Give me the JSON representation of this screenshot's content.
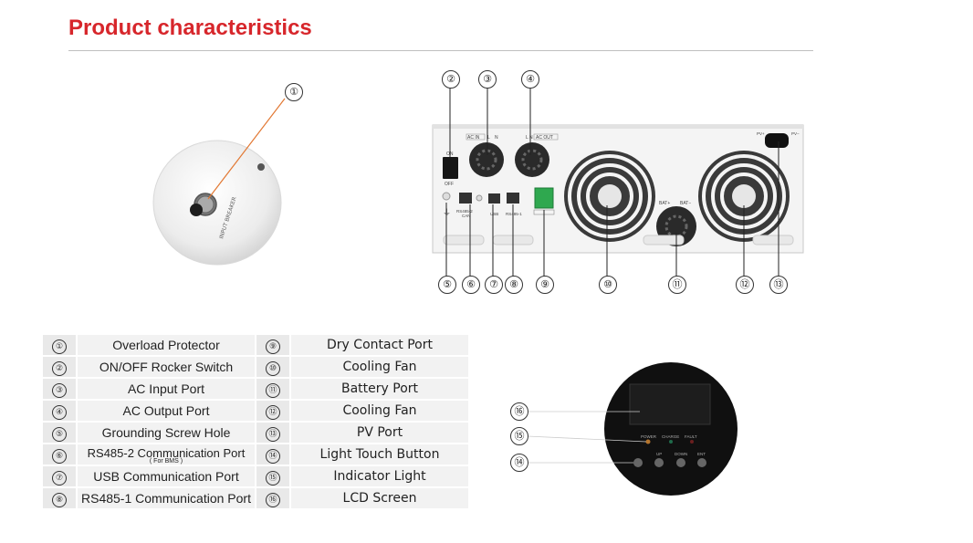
{
  "header": {
    "title": "Product characteristics"
  },
  "callouts": [
    "①",
    "②",
    "③",
    "④",
    "⑤",
    "⑥",
    "⑦",
    "⑧",
    "⑨",
    "⑩",
    "⑪",
    "⑫",
    "⑬",
    "⑭",
    "⑮",
    "⑯"
  ],
  "panel": {
    "ac_in": "AC IN",
    "ac_in_l": "L",
    "ac_in_n": "N",
    "ac_out_l": "L",
    "ac_out_n": "N",
    "ac_out": "AC OUT",
    "on": "ON",
    "off": "OFF",
    "rs485_2": "RS485-2",
    "can": "CAN",
    "usb": "USB",
    "rs485_1": "RS485-1",
    "bat_plus": "BAT+",
    "bat_minus": "BAT−",
    "pv_plus": "PV+",
    "pv_minus": "PV−"
  },
  "front": {
    "ind_labels": [
      "POWER",
      "CHARGE",
      "FAULT"
    ],
    "btn_labels": [
      "UP",
      "DOWN",
      "ENT"
    ]
  },
  "breaker_text": "INPUT BREAKER",
  "table": {
    "rows": [
      {
        "n1": "①",
        "l1": "Overload Protector",
        "n2": "⑨",
        "l2": "Dry Contact Port"
      },
      {
        "n1": "②",
        "l1": "ON/OFF Rocker Switch",
        "n2": "⑩",
        "l2": "Cooling Fan"
      },
      {
        "n1": "③",
        "l1": "AC Input Port",
        "n2": "⑪",
        "l2": "Battery Port"
      },
      {
        "n1": "④",
        "l1": "AC Output Port",
        "n2": "⑫",
        "l2": "Cooling Fan"
      },
      {
        "n1": "⑤",
        "l1": "Grounding Screw Hole",
        "n2": "⑬",
        "l2": "PV Port"
      },
      {
        "n1": "⑥",
        "l1": "RS485-2 Communication Port",
        "s1": "( For BMS )",
        "n2": "⑭",
        "l2": "Light Touch Button"
      },
      {
        "n1": "⑦",
        "l1": "USB Communication Port",
        "n2": "⑮",
        "l2": "Indicator Light"
      },
      {
        "n1": "⑧",
        "l1": "RS485-1 Communication Port",
        "n2": "⑯",
        "l2": "LCD Screen"
      }
    ]
  }
}
